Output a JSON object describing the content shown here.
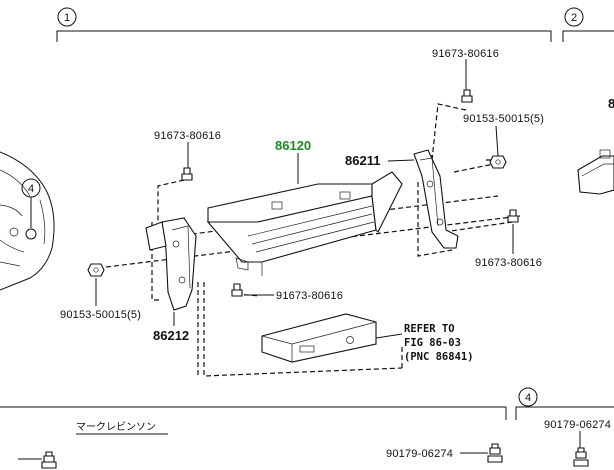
{
  "sections": {
    "s1": "1",
    "s2": "2",
    "s4a": "4",
    "s4b": "4"
  },
  "parts": {
    "p86120": "86120",
    "p86211": "86211",
    "p86212": "86212",
    "p_top_right_bolt": "91673-80616",
    "p_top_left_bolt": "91673-80616",
    "p_right_nut": "90153-50015(5)",
    "p_right_bolt": "91673-80616",
    "p_mid_bolt": "91673-80616",
    "p_left_nut": "90153-50015(5)",
    "p_bottom_mid": "90179-06274",
    "p_bottom_right": "90179-06274"
  },
  "reference": {
    "line1": "REFER TO",
    "line2": "FIG 86-03",
    "line3": "(PNC 86841)"
  },
  "jp_label": "マークレビンソン",
  "colors": {
    "highlight": "#1f8a1f",
    "ink": "#111111"
  }
}
